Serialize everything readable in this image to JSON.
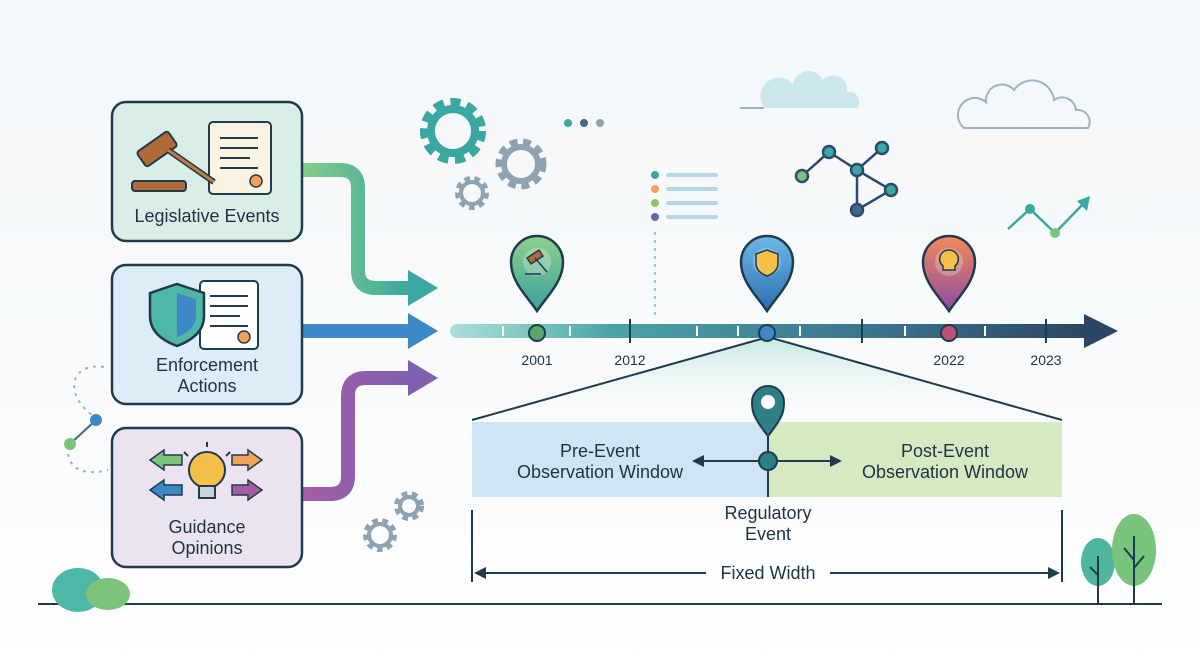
{
  "cards": [
    {
      "label": "Legislative Events",
      "icon": "gavel-scroll-icon",
      "accent": "#6cb98a"
    },
    {
      "label": "Enforcement\nActions",
      "icon": "shield-document-icon",
      "accent": "#3f8fd0"
    },
    {
      "label": "Guidance\nOpinions",
      "icon": "lightbulb-arrows-icon",
      "accent": "#9b5a9c"
    }
  ],
  "timeline": {
    "years": [
      "2001",
      "2012",
      "2022",
      "2023"
    ],
    "markers": [
      {
        "year": "2001",
        "icon": "gavel-icon",
        "color": "#5aa86a"
      },
      {
        "year": "",
        "icon": "shield-icon",
        "color": "#3e88c8"
      },
      {
        "year": "2022",
        "icon": "lightbulb-icon",
        "color": "#b9507a"
      }
    ]
  },
  "window": {
    "pre_label": "Pre-Event\nObservation Window",
    "post_label": "Post-Event\nObservation Window",
    "event_label": "Regulatory\nEvent",
    "width_label": "Fixed Width"
  },
  "colors": {
    "pre_window": "#cfe5f3",
    "post_window": "#d5eac2",
    "timeline_start": "#4fb6a6",
    "timeline_end": "#2d4a6e",
    "outline": "#1f3b4d"
  }
}
